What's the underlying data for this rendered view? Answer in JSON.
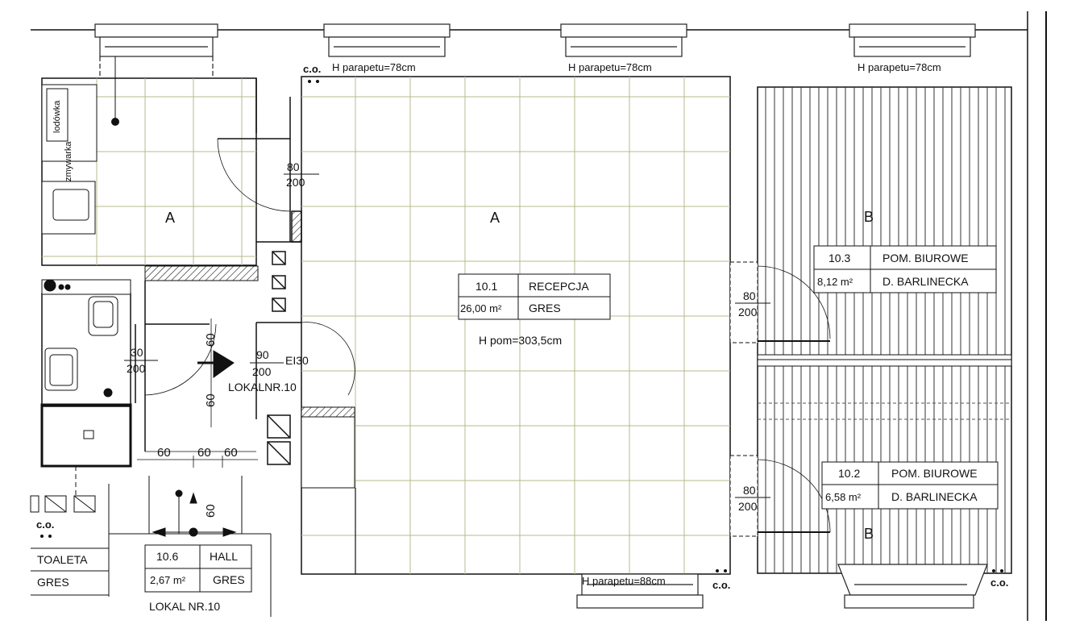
{
  "colors": {
    "wall": "#111111",
    "grid": "#b9b98f",
    "window": "#222222",
    "floor_wood": "#333333",
    "background": "#ffffff"
  },
  "room_codes": {
    "kitchen": "A",
    "reception": "A",
    "office_top": "B",
    "office_bottom": "B"
  },
  "rooms": {
    "reception": {
      "number": "10.1",
      "name": "RECEPCJA",
      "area": "26,00 m²",
      "floor": "GRES"
    },
    "office_top": {
      "number": "10.3",
      "name": "POM. BIUROWE",
      "area": "8,12 m²",
      "floor": "D. BARLINECKA"
    },
    "office_bottom": {
      "number": "10.2",
      "name": "POM. BIUROWE",
      "area": "6,58 m²",
      "floor": "D. BARLINECKA"
    },
    "hall": {
      "number": "10.6",
      "name": "HALL",
      "area": "2,67 m²",
      "floor": "GRES"
    },
    "toilet": {
      "name": "TOALETA",
      "floor": "GRES"
    }
  },
  "labels": {
    "room_height": "H pom=303,5cm",
    "parapet_78": "H parapetu=78cm",
    "parapet_88": "H parapetu=88cm",
    "heating": "c.o.",
    "fire_rating": "EI30",
    "unit": "LOKALNR.10",
    "unit_bottom": "LOKAL NR.10",
    "fridge": "lodówka",
    "sink": "zmywarka"
  },
  "doors": {
    "d_80_200": {
      "width": "80",
      "height": "200"
    },
    "d_30_200": {
      "width": "30",
      "height": "200"
    },
    "d_90_200": {
      "width": "90",
      "height": "200"
    },
    "d_b1": {
      "width": "80",
      "height": "200"
    },
    "d_b2": {
      "width": "80",
      "height": "200"
    }
  },
  "dimensions": {
    "d1": "60",
    "d2": "60",
    "d3": "60",
    "d4": "60",
    "d5": "60",
    "d6": "60"
  }
}
